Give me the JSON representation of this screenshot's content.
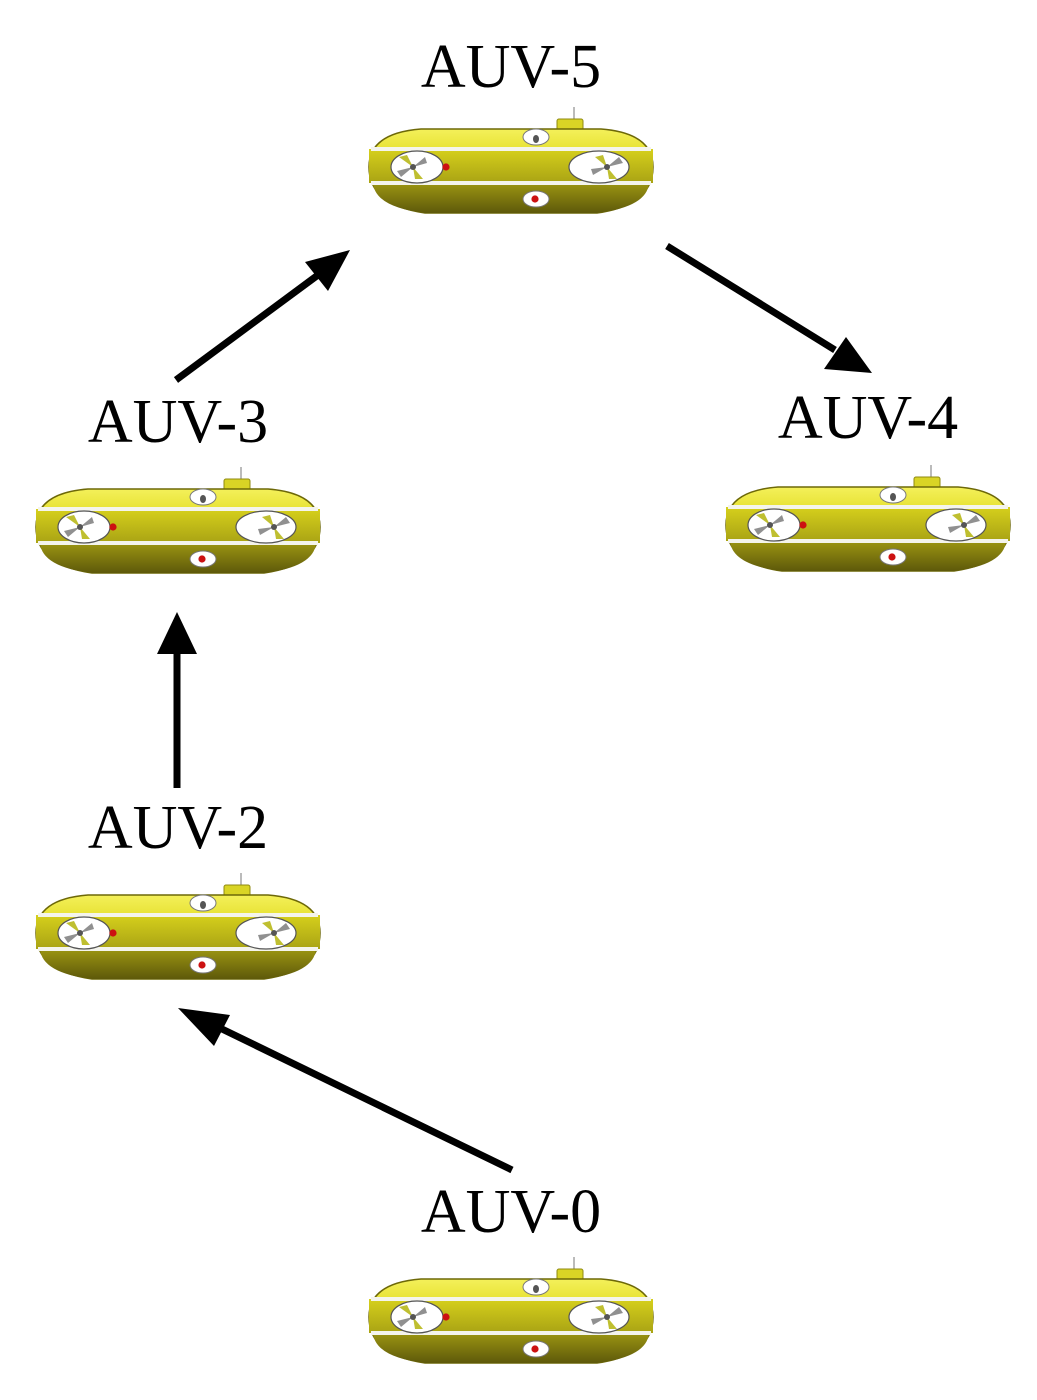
{
  "diagram": {
    "nodes": [
      {
        "id": "auv-5",
        "label": "AUV-5"
      },
      {
        "id": "auv-3",
        "label": "AUV-3"
      },
      {
        "id": "auv-4",
        "label": "AUV-4"
      },
      {
        "id": "auv-2",
        "label": "AUV-2"
      },
      {
        "id": "auv-0",
        "label": "AUV-0"
      }
    ],
    "edges": [
      {
        "from": "auv-0",
        "to": "auv-2"
      },
      {
        "from": "auv-2",
        "to": "auv-3"
      },
      {
        "from": "auv-3",
        "to": "auv-5"
      },
      {
        "from": "auv-5",
        "to": "auv-4"
      }
    ],
    "colors": {
      "body": "#e3e02a",
      "body_dark": "#8f8a10",
      "stripe": "#f0f0e8",
      "arrow": "#000000",
      "light": "#cc1111"
    }
  }
}
